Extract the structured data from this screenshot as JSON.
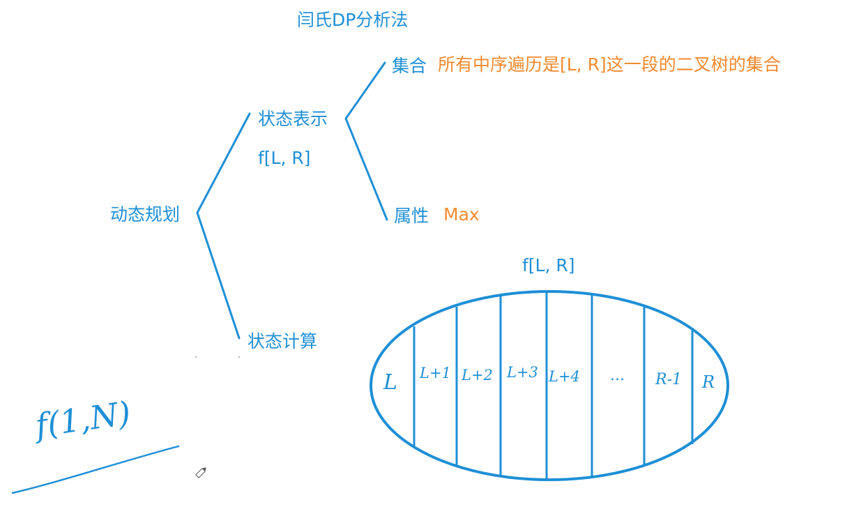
{
  "title": "闫氏DP分析法",
  "tree": {
    "root": "动态规划",
    "state_repr": "状态表示",
    "state_repr_sub": "f[L, R]",
    "state_calc": "状态计算",
    "set_label": "集合",
    "set_desc": "所有中序遍历是[L, R]这一段的二叉树的集合",
    "attr_label": "属性",
    "attr_value": "Max"
  },
  "ellipse": {
    "label": "f[L, R]",
    "cells": [
      "L",
      "L+1",
      "L+2",
      "L+3",
      "L+4",
      "...",
      "R-1",
      "R"
    ]
  },
  "handwritten": {
    "formula": "f(1,N)"
  },
  "colors": {
    "blue": "#1e8fd6",
    "orange": "#f28a2e"
  }
}
